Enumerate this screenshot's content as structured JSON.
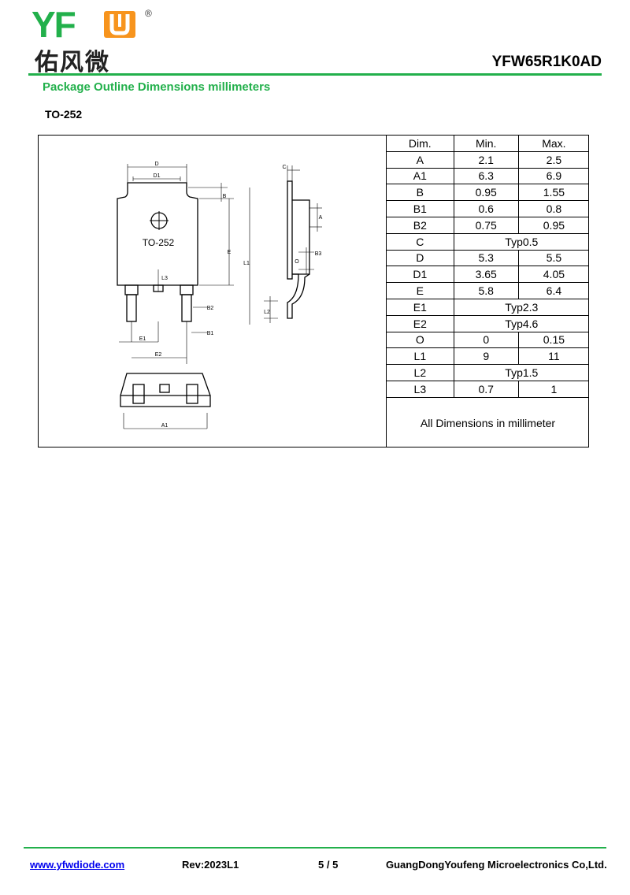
{
  "header": {
    "logo_letters": "YF",
    "logo_reg": "®",
    "logo_cn": "佑风微",
    "part_number": "YFW65R1K0AD"
  },
  "section_title": "Package Outline Dimensions millimeters",
  "package_name": "TO-252",
  "drawing": {
    "labels": {
      "d": "D",
      "d1": "D1",
      "b": "B",
      "e": "E",
      "l1": "L1",
      "l3": "L3",
      "b1": "B1",
      "b2": "B2",
      "e1": "E1",
      "e2": "E2",
      "a1": "A1",
      "c": "C",
      "a": "A",
      "o": "O",
      "b3": "B3",
      "l2": "L2",
      "body_mark": "TO-252"
    }
  },
  "table": {
    "headers": [
      "Dim.",
      "Min.",
      "Max."
    ],
    "rows": [
      {
        "dim": "A",
        "min": "2.1",
        "max": "2.5"
      },
      {
        "dim": "A1",
        "min": "6.3",
        "max": "6.9"
      },
      {
        "dim": "B",
        "min": "0.95",
        "max": "1.55"
      },
      {
        "dim": "B1",
        "min": "0.6",
        "max": "0.8"
      },
      {
        "dim": "B2",
        "min": "0.75",
        "max": "0.95"
      },
      {
        "dim": "C",
        "typ": "Typ0.5"
      },
      {
        "dim": "D",
        "min": "5.3",
        "max": "5.5"
      },
      {
        "dim": "D1",
        "min": "3.65",
        "max": "4.05"
      },
      {
        "dim": "E",
        "min": "5.8",
        "max": "6.4"
      },
      {
        "dim": "E1",
        "typ": "Typ2.3"
      },
      {
        "dim": "E2",
        "typ": "Typ4.6"
      },
      {
        "dim": "O",
        "min": "0",
        "max": "0.15"
      },
      {
        "dim": "L1",
        "min": "9",
        "max": "11"
      },
      {
        "dim": "L2",
        "typ": "Typ1.5"
      },
      {
        "dim": "L3",
        "min": "0.7",
        "max": "1"
      }
    ],
    "note": "All Dimensions in millimeter"
  },
  "footer": {
    "website": "www.yfwdiode.com",
    "revision": "Rev:2023L1",
    "page": "5 / 5",
    "company": "GuangDongYoufeng Microelectronics Co,Ltd."
  },
  "colors": {
    "brand_green": "#22b04b",
    "brand_orange": "#f7941d"
  }
}
